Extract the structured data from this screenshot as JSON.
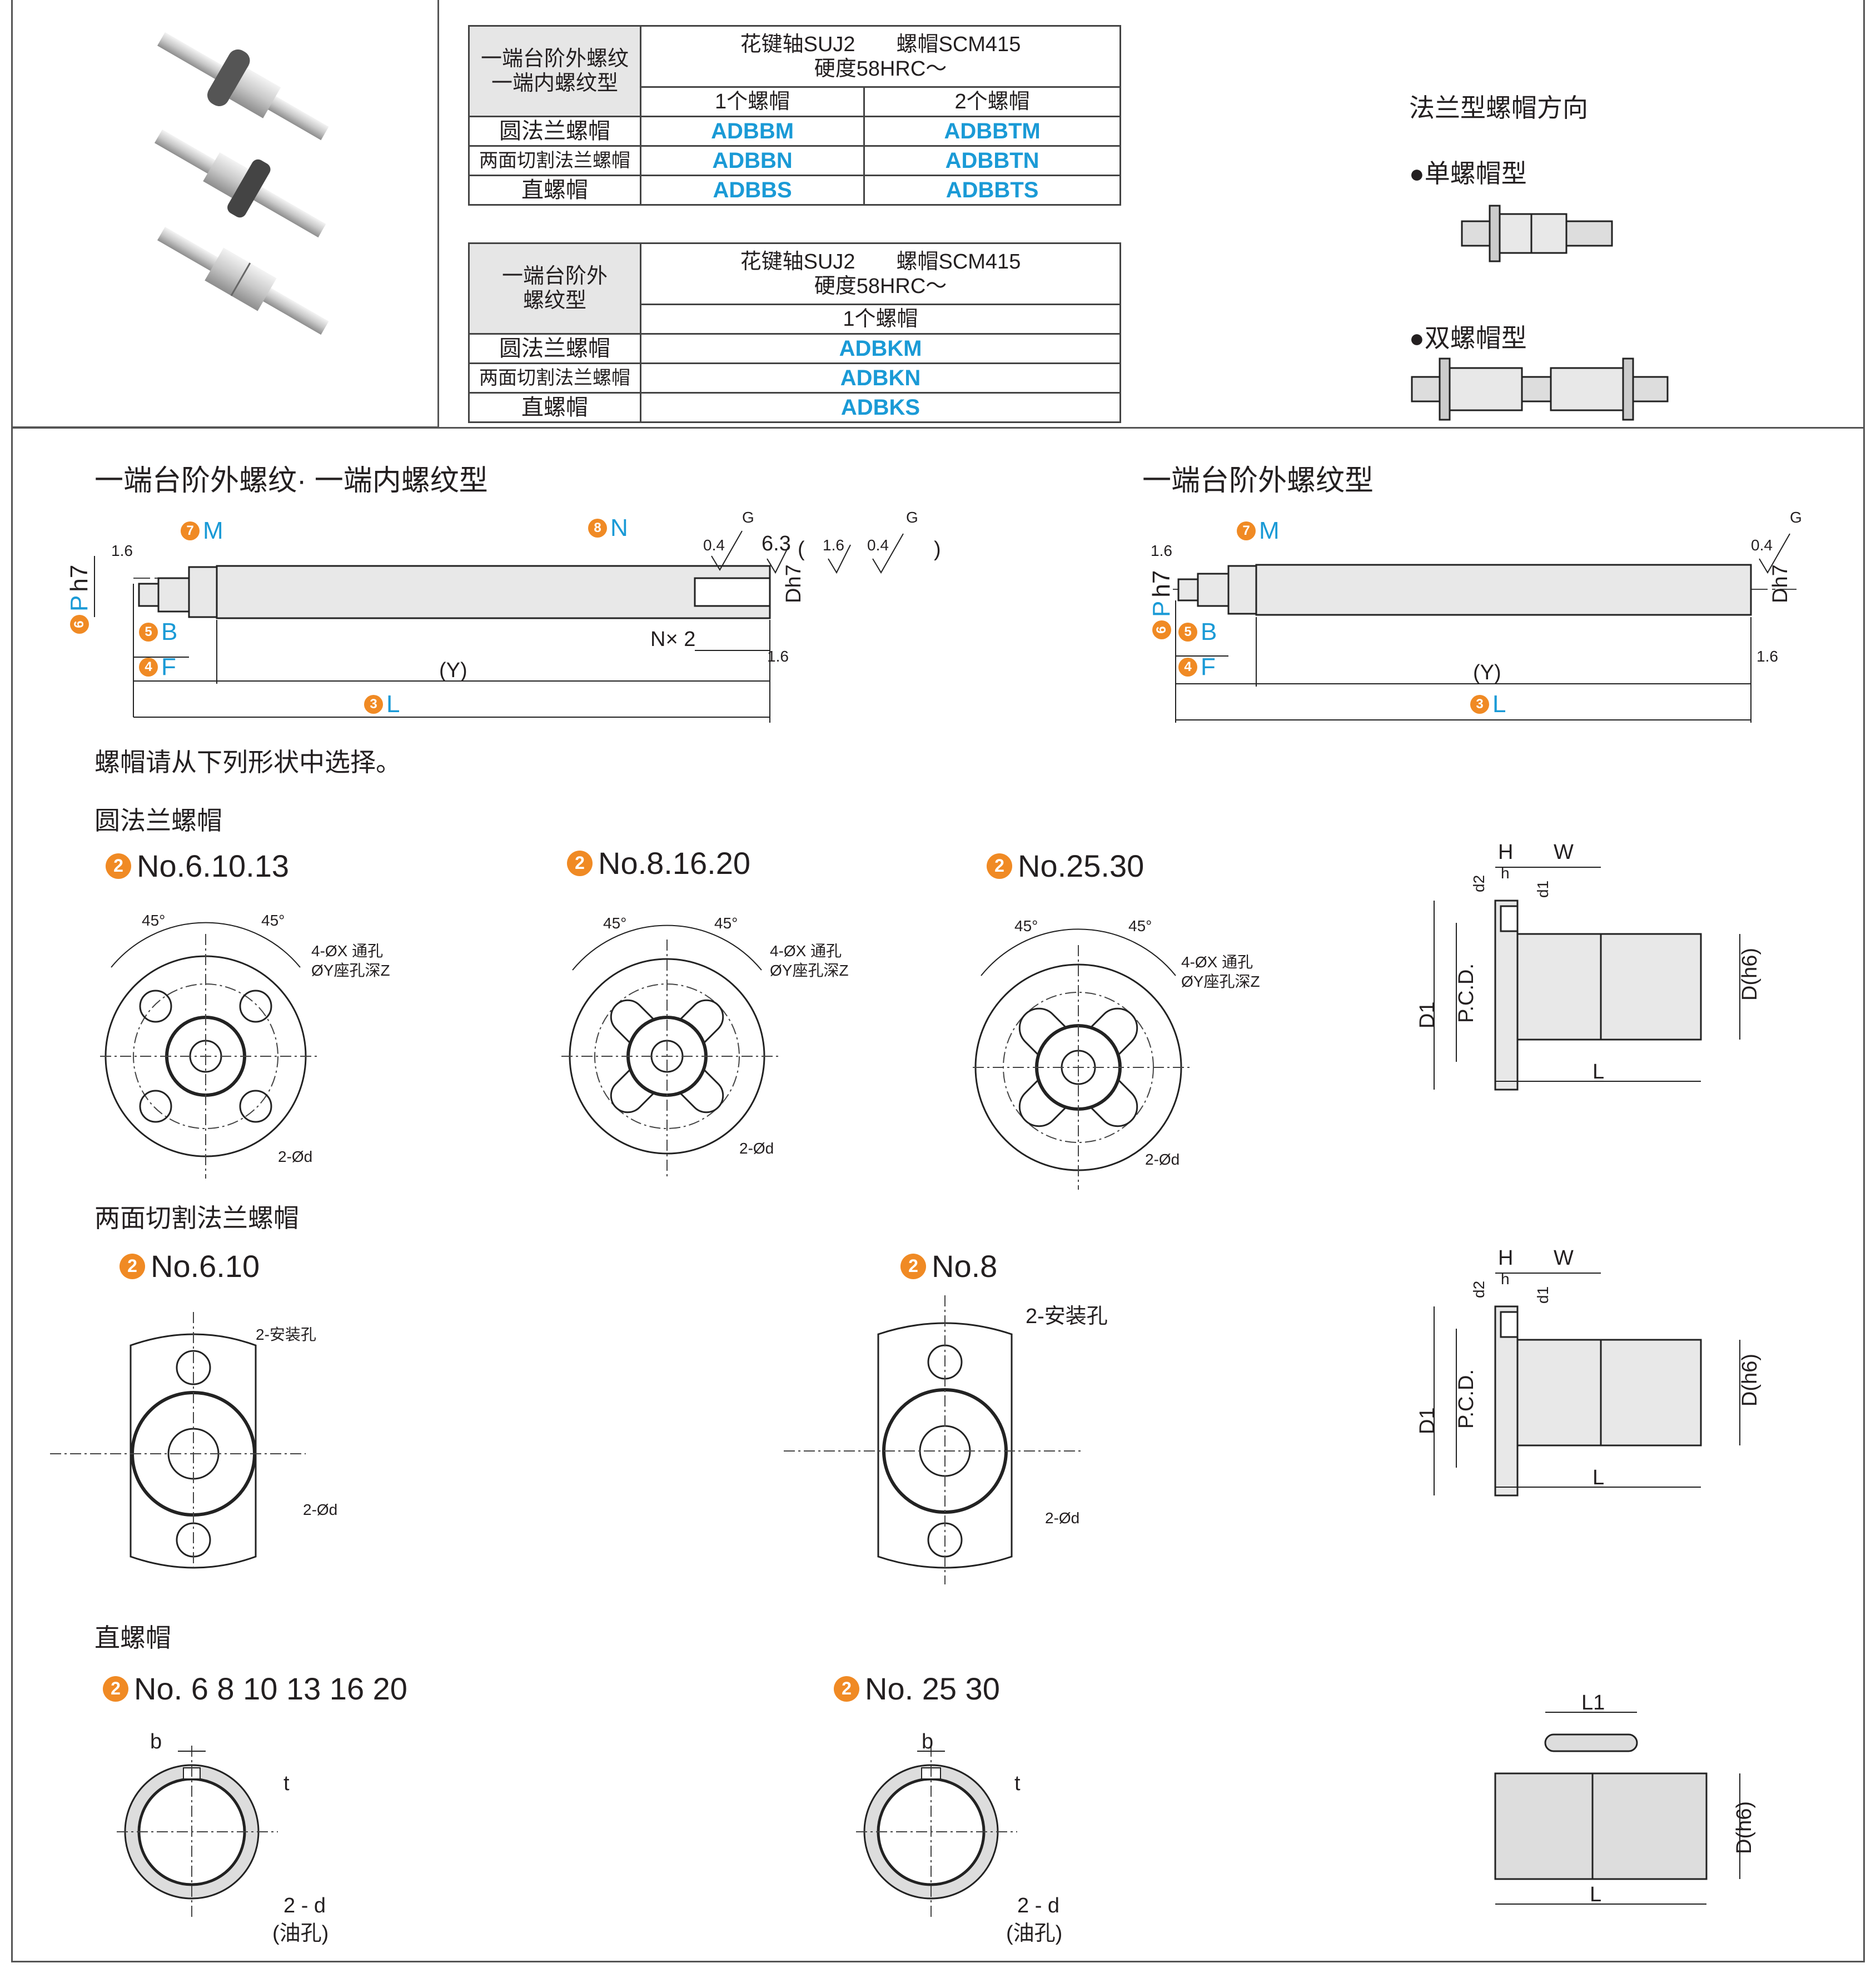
{
  "table1": {
    "corner": [
      "一端台阶外螺纹",
      "一端内螺纹型"
    ],
    "material_a": "花键轴SUJ2",
    "material_b": "螺帽SCM415",
    "hardness": "硬度58HRC～",
    "col1": "1个螺帽",
    "col2": "2个螺帽",
    "rows": [
      {
        "name": "圆法兰螺帽",
        "c1": "ADBBM",
        "c2": "ADBBTM"
      },
      {
        "name": "两面切割法兰螺帽",
        "c1": "ADBBN",
        "c2": "ADBBTN"
      },
      {
        "name": "直螺帽",
        "c1": "ADBBS",
        "c2": "ADBBTS"
      }
    ]
  },
  "table2": {
    "corner": [
      "一端台阶外",
      "螺纹型"
    ],
    "material_a": "花键轴SUJ2",
    "material_b": "螺帽SCM415",
    "hardness": "硬度58HRC～",
    "col1": "1个螺帽",
    "rows": [
      {
        "name": "圆法兰螺帽",
        "c1": "ADBKM"
      },
      {
        "name": "两面切割法兰螺帽",
        "c1": "ADBKN"
      },
      {
        "name": "直螺帽",
        "c1": "ADBKS"
      }
    ]
  },
  "orientation": {
    "title": "法兰型螺帽方向",
    "single": "●单螺帽型",
    "double": "●双螺帽型"
  },
  "drawing1": {
    "title": "一端台阶外螺纹·  一端内螺纹型",
    "M": "M",
    "N": "N",
    "B": "B",
    "F": "F",
    "P": "P",
    "h7": "h7",
    "L": "L",
    "Y": "(Y)",
    "Dh7": "Dh7",
    "Nx2": "N× 2",
    "b6": "6",
    "b8": "8",
    "b5": "5",
    "b4": "4",
    "b7": "7",
    "b3": "3",
    "r16": "1.6",
    "r04": "0.4",
    "G": "G",
    "r63": "6.3",
    "paren_open": "(",
    "paren_close": ")"
  },
  "drawing2": {
    "title": "一端台阶外螺纹型"
  },
  "select_note": "螺帽请从下列形状中选择。",
  "round_flange": {
    "title": "圆法兰螺帽",
    "items": [
      "No.6.10.13",
      "No.8.16.20",
      "No.25.30"
    ],
    "angle": "45°",
    "hole1": "4-ØX 通孔",
    "hole2": "ØY座孔深Z",
    "oil": "2-Ød",
    "side": {
      "H": "H",
      "W": "W",
      "h": "h",
      "d1": "d1",
      "d2": "d2",
      "D1": "D1",
      "PCD": "P.C.D.",
      "D": "D(h6)",
      "L": "L"
    }
  },
  "cut_flange": {
    "title": "两面切割法兰螺帽",
    "items": [
      "No.6.10",
      "No.8"
    ],
    "mount": "2-安装孔",
    "oil": "2-Ød"
  },
  "straight": {
    "title": "直螺帽",
    "items": [
      "No. 6  8  10   13  16  20",
      "No. 25   30"
    ],
    "b": "b",
    "t": "t",
    "oil1": "2 - d",
    "oil2": "(油孔)",
    "L1": "L1",
    "D": "D(h6)",
    "L": "L"
  },
  "badge_no": "2"
}
